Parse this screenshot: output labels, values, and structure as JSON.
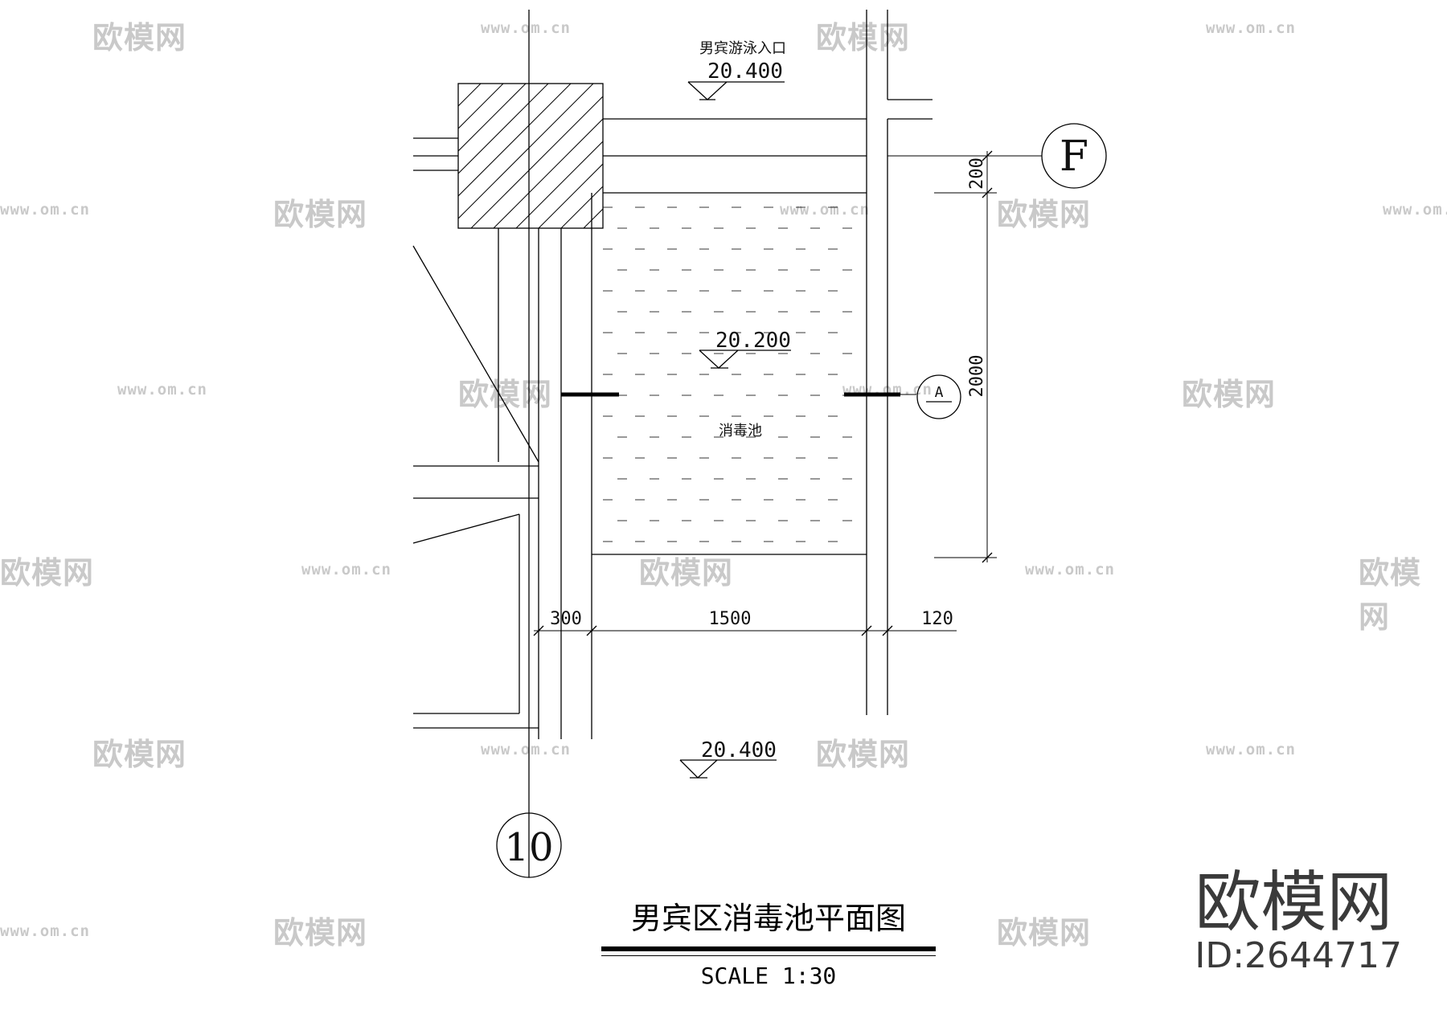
{
  "drawing": {
    "title": "男宾区消毒池平面图",
    "scale": "SCALE 1:30",
    "entrance_label": "男宾游泳入口",
    "pool_label": "消毒池",
    "elevation_top": "20.400",
    "elevation_pool": "20.200",
    "elevation_bottom": "20.400",
    "grid_axis_f": "F",
    "grid_axis_10": "10",
    "section_marker": "A"
  },
  "dimensions": {
    "horizontal": [
      "300",
      "1500",
      "120"
    ],
    "vertical": [
      "200",
      "2000"
    ]
  },
  "watermark": {
    "brand_text": "欧模网",
    "url_text": "www.om.cn",
    "id_text": "ID:2644717"
  }
}
